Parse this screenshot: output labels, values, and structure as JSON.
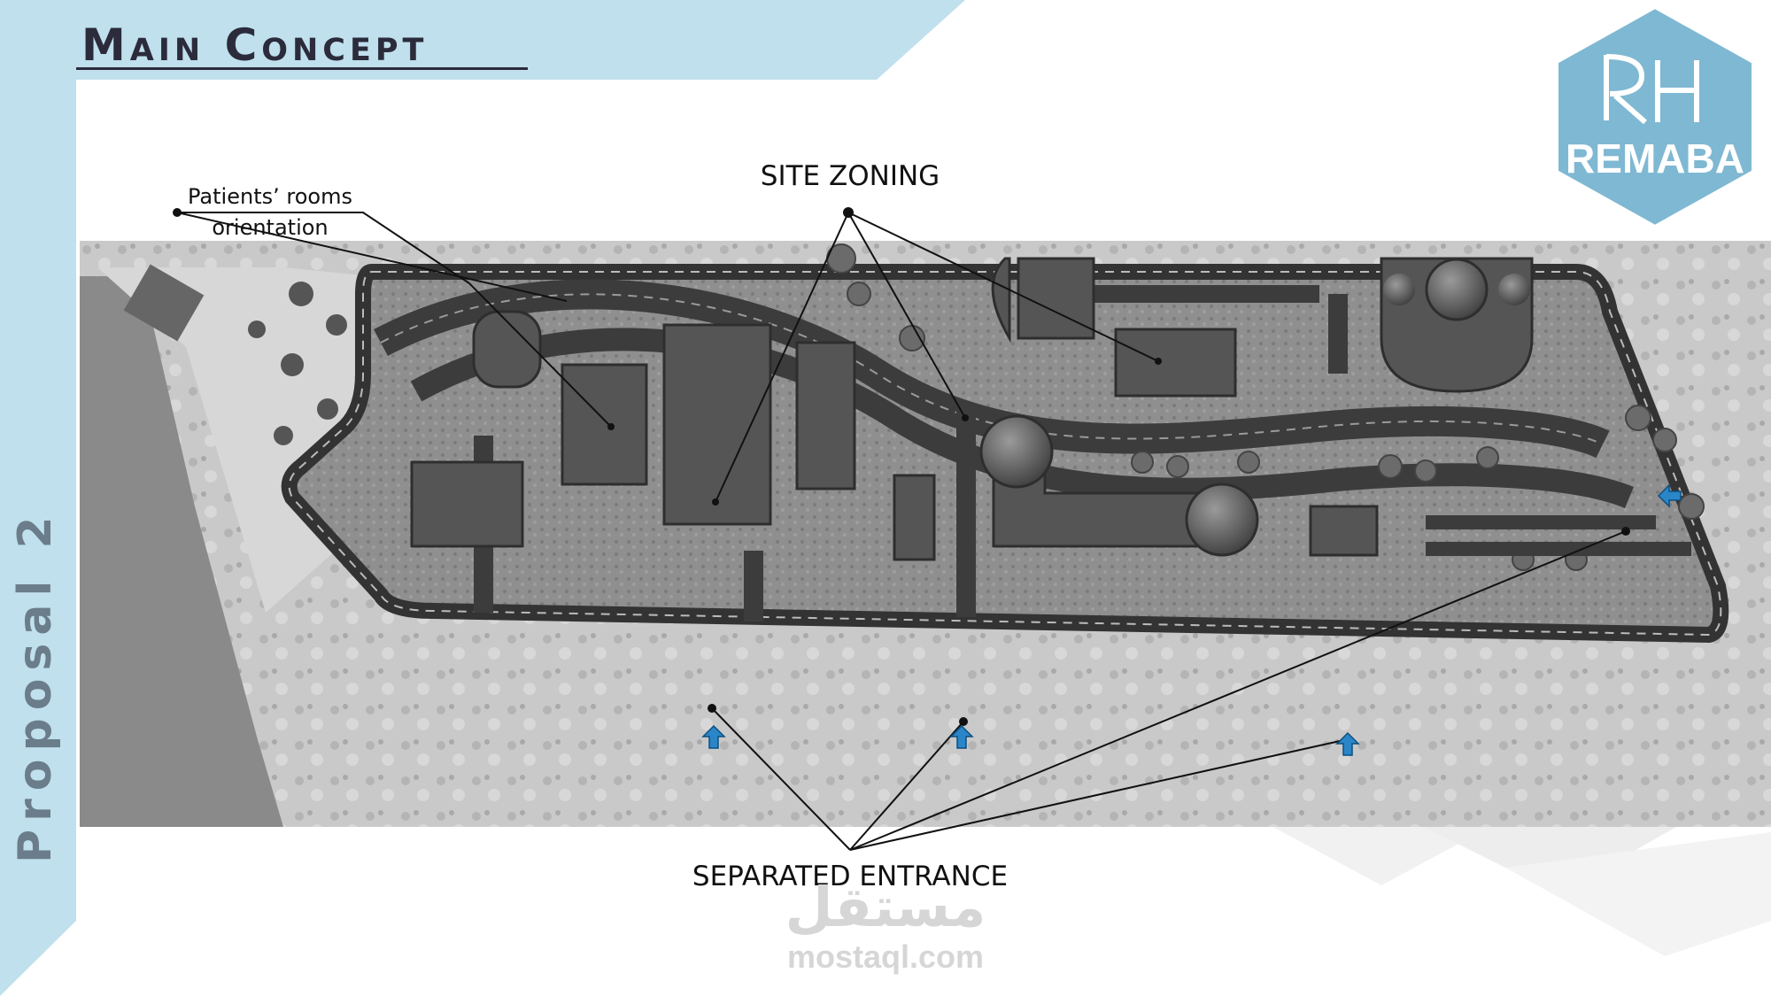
{
  "header": {
    "title": "Main Concept"
  },
  "side_label": "Proposal 2",
  "labels": {
    "site_zoning": "SITE ZONING",
    "separated_entrance": "SEPARATED ENTRANCE",
    "patients_rooms_line1": "Patients’ rooms",
    "patients_rooms_line2": "orientation"
  },
  "logo": {
    "name": "REMABA"
  },
  "watermark": {
    "arabic": "مستقل",
    "latin": "mostaql.com"
  },
  "colors": {
    "band": "#bfe0ec",
    "title": "#2b2b3c",
    "logo_bg": "#7fb8d2",
    "arrow": "#2a86c8",
    "building": "#555555",
    "road": "#3c3c3c"
  }
}
